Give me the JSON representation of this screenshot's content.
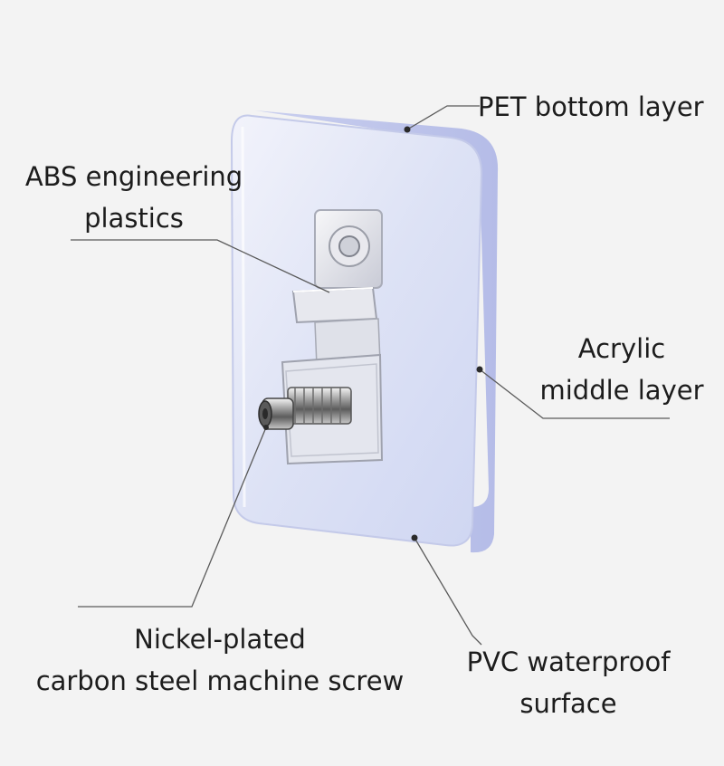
{
  "labels": {
    "pet_bottom_layer": "PET bottom layer",
    "abs_line1": "ABS engineering",
    "abs_line2": "plastics",
    "acrylic_line1": "Acrylic",
    "acrylic_line2": "middle layer",
    "screw_line1": "Nickel-plated",
    "screw_line2": "carbon steel machine screw",
    "pvc_line1": "PVC waterproof",
    "pvc_line2": "surface"
  },
  "colors": {
    "background": "#f3f3f3",
    "pad_tint": "#dfe3f6",
    "pad_edge": "#b9c0ea",
    "leader_line": "#5a5a5a",
    "text": "#1c1c1c"
  }
}
